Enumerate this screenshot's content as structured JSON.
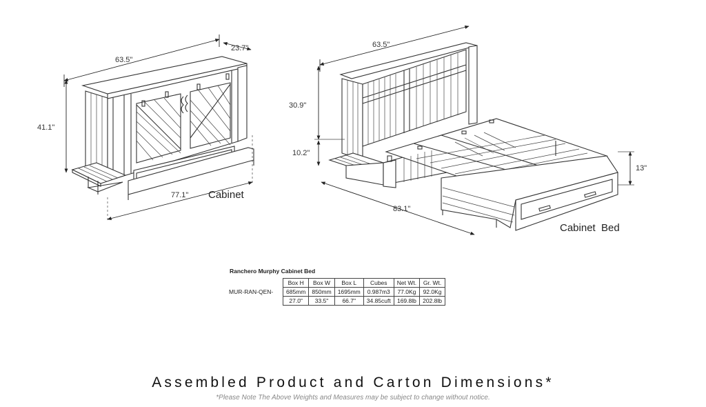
{
  "cabinet": {
    "width_label": "63.5\"",
    "depth_label": "23.7\"",
    "height_label": "41.1\"",
    "length_label": "77.1\"",
    "caption": "Cabinet"
  },
  "bed": {
    "width_label": "63.5\"",
    "headboard_height_label": "30.9\"",
    "base_height_label": "10.2\"",
    "side_height_label": "13\"",
    "length_label": "83.1\"",
    "caption": "Cabinet  Bed"
  },
  "spec": {
    "title": "Ranchero Murphy Cabinet Bed",
    "sku": "MUR-RAN-QEN-",
    "headers": [
      "Box H",
      "Box W",
      "Box L",
      "Cubes",
      "Net Wt.",
      "Gr. Wt."
    ],
    "rows": [
      [
        "685mm",
        "850mm",
        "1695mm",
        "0.987m3",
        "77.0Kg",
        "92.0Kg"
      ],
      [
        "27.0\"",
        "33.5\"",
        "66.7\"",
        "34.85cuft",
        "169.8lb",
        "202.8lb"
      ]
    ]
  },
  "footer": {
    "title": "Assembled Product and Carton Dimensions*",
    "note": "*Please Note The Above Weights and Measures may be subject to change without notice."
  }
}
